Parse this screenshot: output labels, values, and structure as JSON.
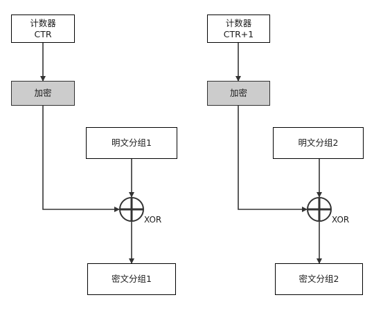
{
  "left_chain": {
    "counter_line1": "计数器",
    "counter_line2": "CTR",
    "encrypt": "加密",
    "plaintext": "明文分组1",
    "xor_label": "XOR",
    "ciphertext": "密文分组1"
  },
  "right_chain": {
    "counter_line1": "计数器",
    "counter_line2": "CTR+1",
    "encrypt": "加密",
    "plaintext": "明文分组2",
    "xor_label": "XOR",
    "ciphertext": "密文分组2"
  },
  "colors": {
    "line": "#333333",
    "encrypt_fill": "#cccccc"
  }
}
